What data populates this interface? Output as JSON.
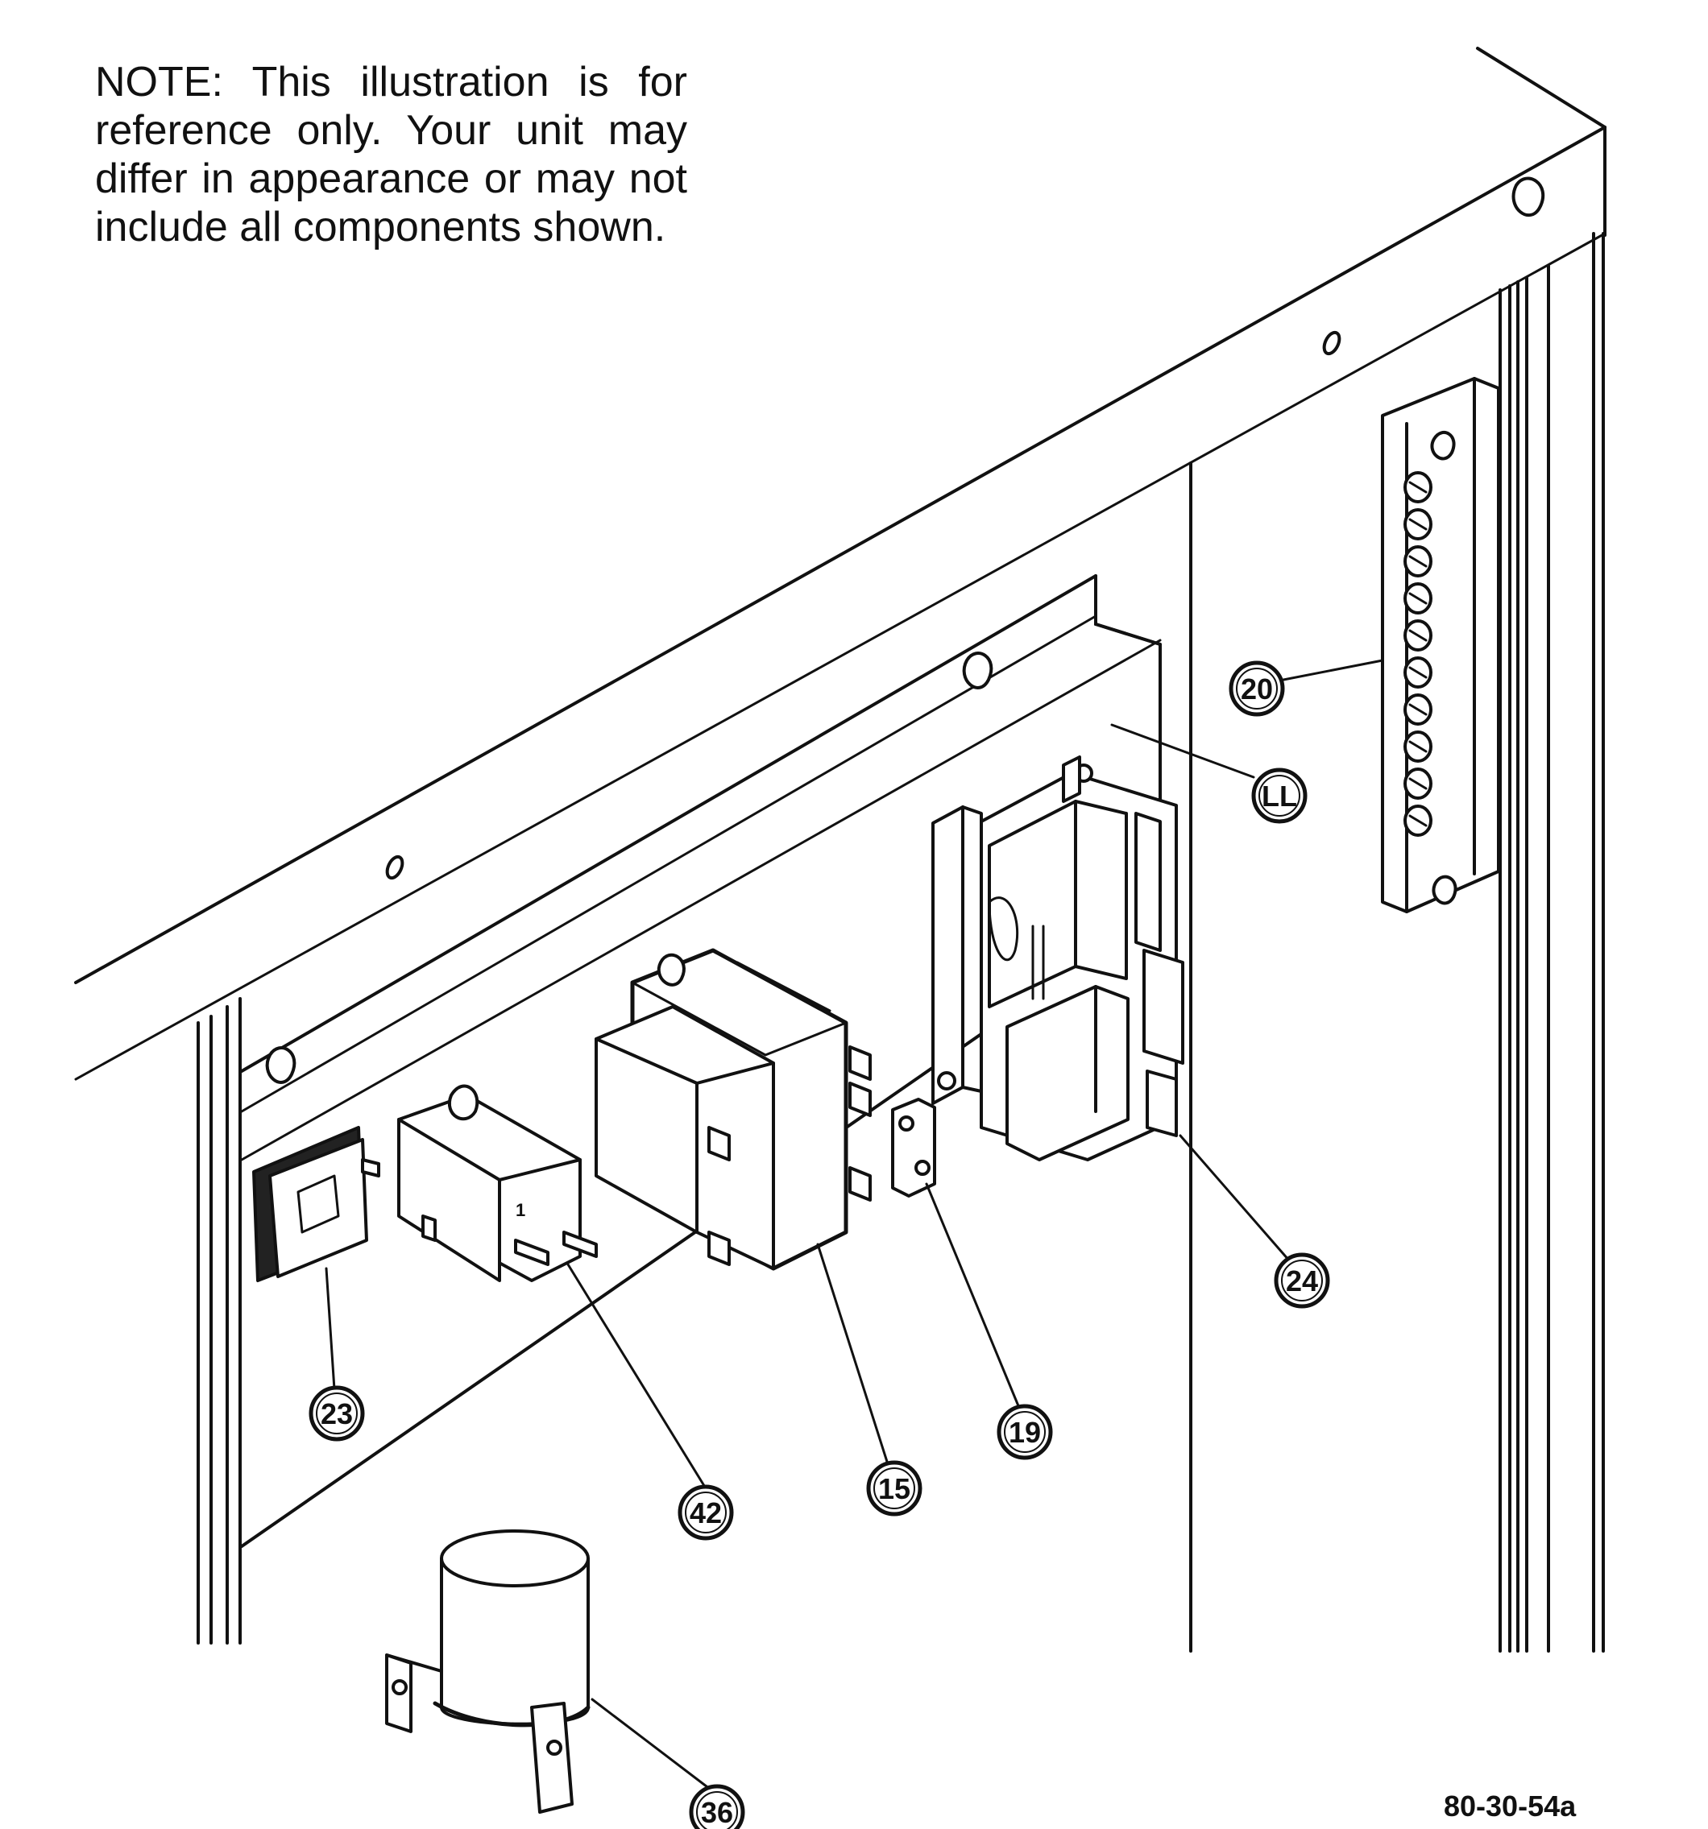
{
  "note": {
    "lines": [
      "NOTE:       This illustration is for",
      "reference only.   Your unit may",
      "differ in appearance or may not",
      "include all components shown."
    ]
  },
  "callouts": {
    "c20": "20",
    "cLL": "LL",
    "c24": "24",
    "c19": "19",
    "c15": "15",
    "c42": "42",
    "c23": "23",
    "c36": "36"
  },
  "figure_id": "80-30-54a",
  "colors": {
    "ink": "#111111",
    "paper": "#ffffff",
    "panel": "#f4f4f4"
  }
}
